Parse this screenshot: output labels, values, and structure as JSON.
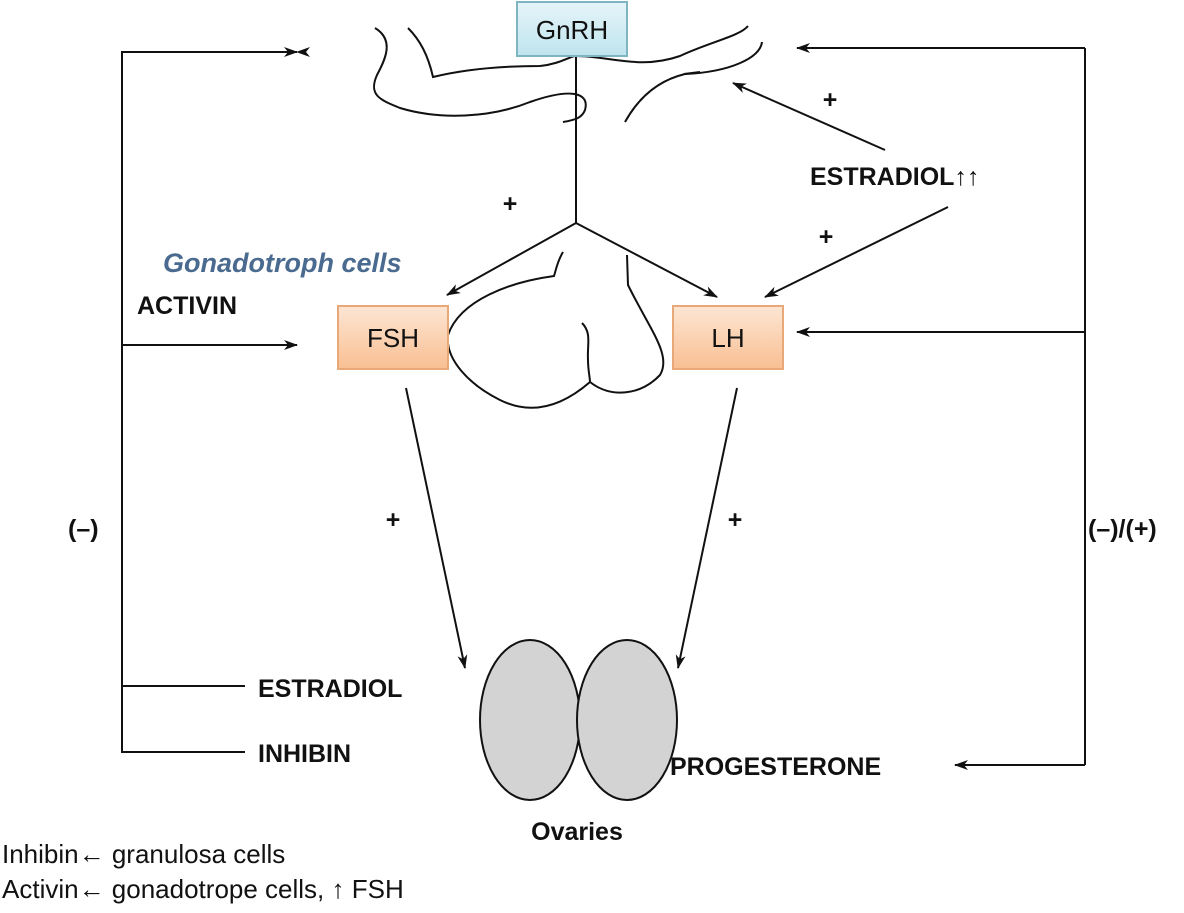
{
  "boxes": {
    "gnrh": "GnRH",
    "fsh": "FSH",
    "lh": "LH"
  },
  "labels": {
    "gonadotroph": "Gonadotroph cells",
    "activin": "ACTIVIN",
    "estradiol_top": "ESTRADIOL↑↑",
    "estradiol": "ESTRADIOL",
    "inhibin": "INHIBIN",
    "progesterone": "PROGESTERONE",
    "ovaries": "Ovaries",
    "neg": "(–)",
    "negpos": "(–)/(+)",
    "plus": "+"
  },
  "footer": [
    "Inhibin← granulosa cells",
    "Activin← gonadotrope cells, ↑ FSH"
  ],
  "colors": {
    "gnrh_box": "#c9e8f0",
    "hormone_box": "#f9c49a",
    "gonadotroph_text": "#4a6b8f",
    "ovary": "#d3d3d3"
  }
}
